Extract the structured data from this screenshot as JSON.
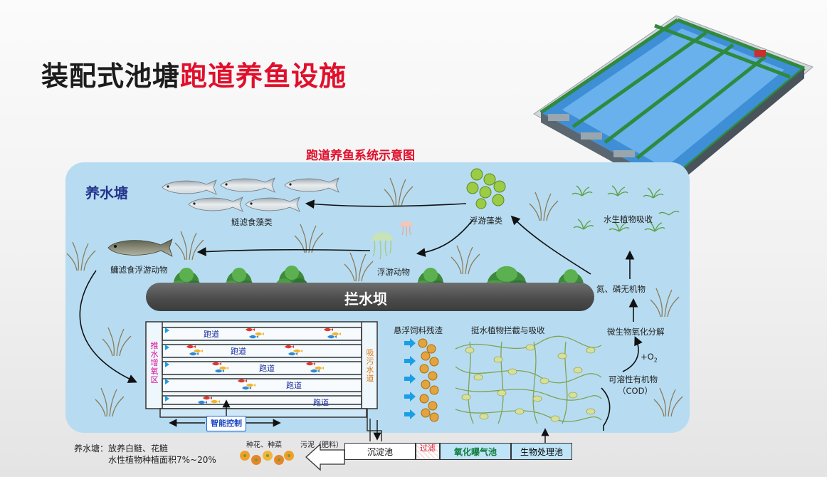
{
  "title": {
    "part1": "装配式池塘",
    "part2": "跑道养鱼设施"
  },
  "diagram_title": "跑道养鱼系统示意图",
  "pond_label": "养水塘",
  "labels": {
    "filter_fish": "鲢滤食藻类",
    "bighead_fish": "鳙滤食浮游动物",
    "plankton_algae": "浮游藻类",
    "zooplankton": "浮游动物",
    "aquatic_plants": "水生植物吸收",
    "nutrients": "氮、磷无机物",
    "microbe": "微生物氧化分解",
    "oxygen": "+O",
    "oxygen_sub": "2",
    "cod_line1": "可溶性有机物",
    "cod_line2": "（COD）",
    "dam": "拦水坝",
    "feed_residue": "悬浮饲料残渣",
    "emergent_plants": "挺水植物拦截与吸收",
    "push_zone": "推水增氧区",
    "suction_zone": "吸污水道",
    "smart_control": "智能控制",
    "seed": "种花、种菜",
    "sludge": "污泥（肥料）"
  },
  "lanes": [
    "跑道",
    "跑道",
    "跑道",
    "跑道",
    "跑道"
  ],
  "treatment_chain": [
    "沉淀池",
    "过滤",
    "氧化曝气池",
    "生物处理池"
  ],
  "footnote": {
    "line1": "养水塘：放养白鲢、花鲢",
    "line2": "水性植物种植面积7%~20%"
  },
  "colors": {
    "title_black": "#1c1c1c",
    "title_red": "#e0102c",
    "pond_blue": "#b7dcf1",
    "dam_gray": "#4a4a4a",
    "lane_text": "#1b2f9c",
    "push_zone": "#e0109a",
    "suction_zone": "#e07a10",
    "arrow_blue": "#1a9ee6",
    "treatment_green": "#0d7a3a"
  }
}
